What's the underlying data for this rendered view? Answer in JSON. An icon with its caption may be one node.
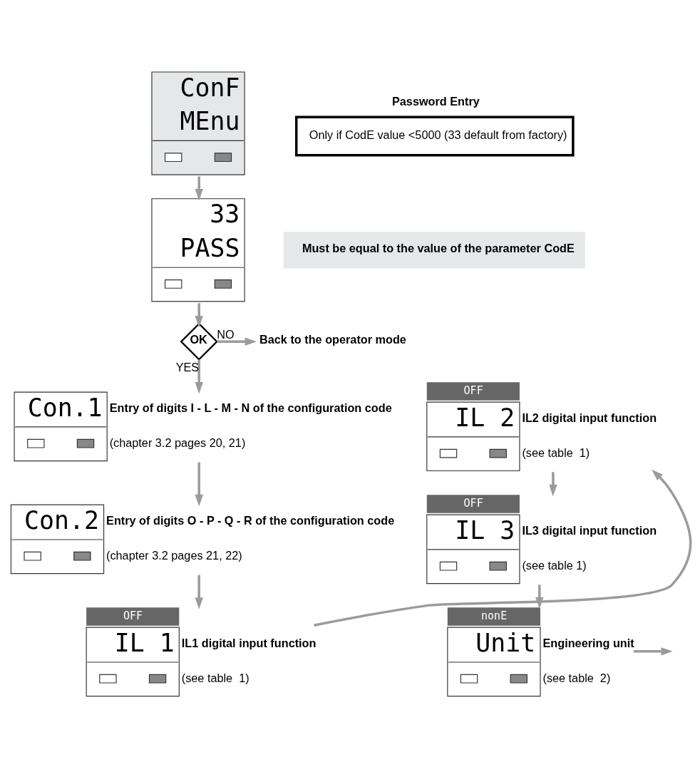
{
  "diagram": {
    "nodes": [
      {
        "text": [
          "ConF",
          "MEnu"
        ]
      },
      {
        "text": [
          "Password Entry",
          "Only if CodE value <5000 (33 default from factory)"
        ]
      },
      {
        "text": [
          "Must be equal to the value of the parameter CodE"
        ]
      },
      {
        "text": [
          "33",
          "PASS"
        ]
      },
      {
        "text": [
          "OK"
        ]
      },
      {
        "text": [
          "Back to the operator mode"
        ]
      },
      {
        "text": [
          "Con.1"
        ],
        "beside": [
          "Entry of digits I - L - M - N of the configuration code",
          "(chapter 3.2 pages 20, 21)"
        ]
      },
      {
        "text": [
          "IL 2"
        ],
        "beside": [
          "OFF",
          "IL2 digital input function",
          "(see table  1)"
        ]
      },
      {
        "text": [
          "Con.2"
        ],
        "beside": [
          "Entry of digits O - P - Q - R of the configuration code",
          "(chapter 3.2 pages 21, 22)"
        ]
      },
      {
        "text": [
          "IL 3"
        ],
        "beside": [
          "OFF",
          "IL3 digital input function",
          "(see table 1)"
        ]
      },
      {
        "text": [
          "IL 1"
        ],
        "beside": [
          "OFF",
          "IL1 digital input function",
          "(see table  1)"
        ]
      },
      {
        "text": [
          "Unit"
        ],
        "beside": [
          "nonE",
          "Engineering unit",
          "(see table  2)"
        ]
      }
    ],
    "edges": [
      {
        "from": 0,
        "to": 3,
        "arrow": "to"
      },
      {
        "from": 3,
        "to": 4,
        "arrow": "to"
      },
      {
        "from": 4,
        "to": 5,
        "arrow": "to",
        "label": "NO"
      },
      {
        "from": 4,
        "to": 6,
        "arrow": "to",
        "label": "YES"
      },
      {
        "from": 6,
        "to": 8,
        "arrow": "to"
      },
      {
        "from": 8,
        "to": 10,
        "arrow": "to"
      },
      {
        "from": 10,
        "to": 7,
        "arrow": "to"
      },
      {
        "from": 7,
        "to": 9,
        "arrow": "to"
      },
      {
        "from": 9,
        "to": 11,
        "arrow": "to"
      },
      {
        "from": 11,
        "to": null,
        "arrow": "to"
      }
    ]
  }
}
